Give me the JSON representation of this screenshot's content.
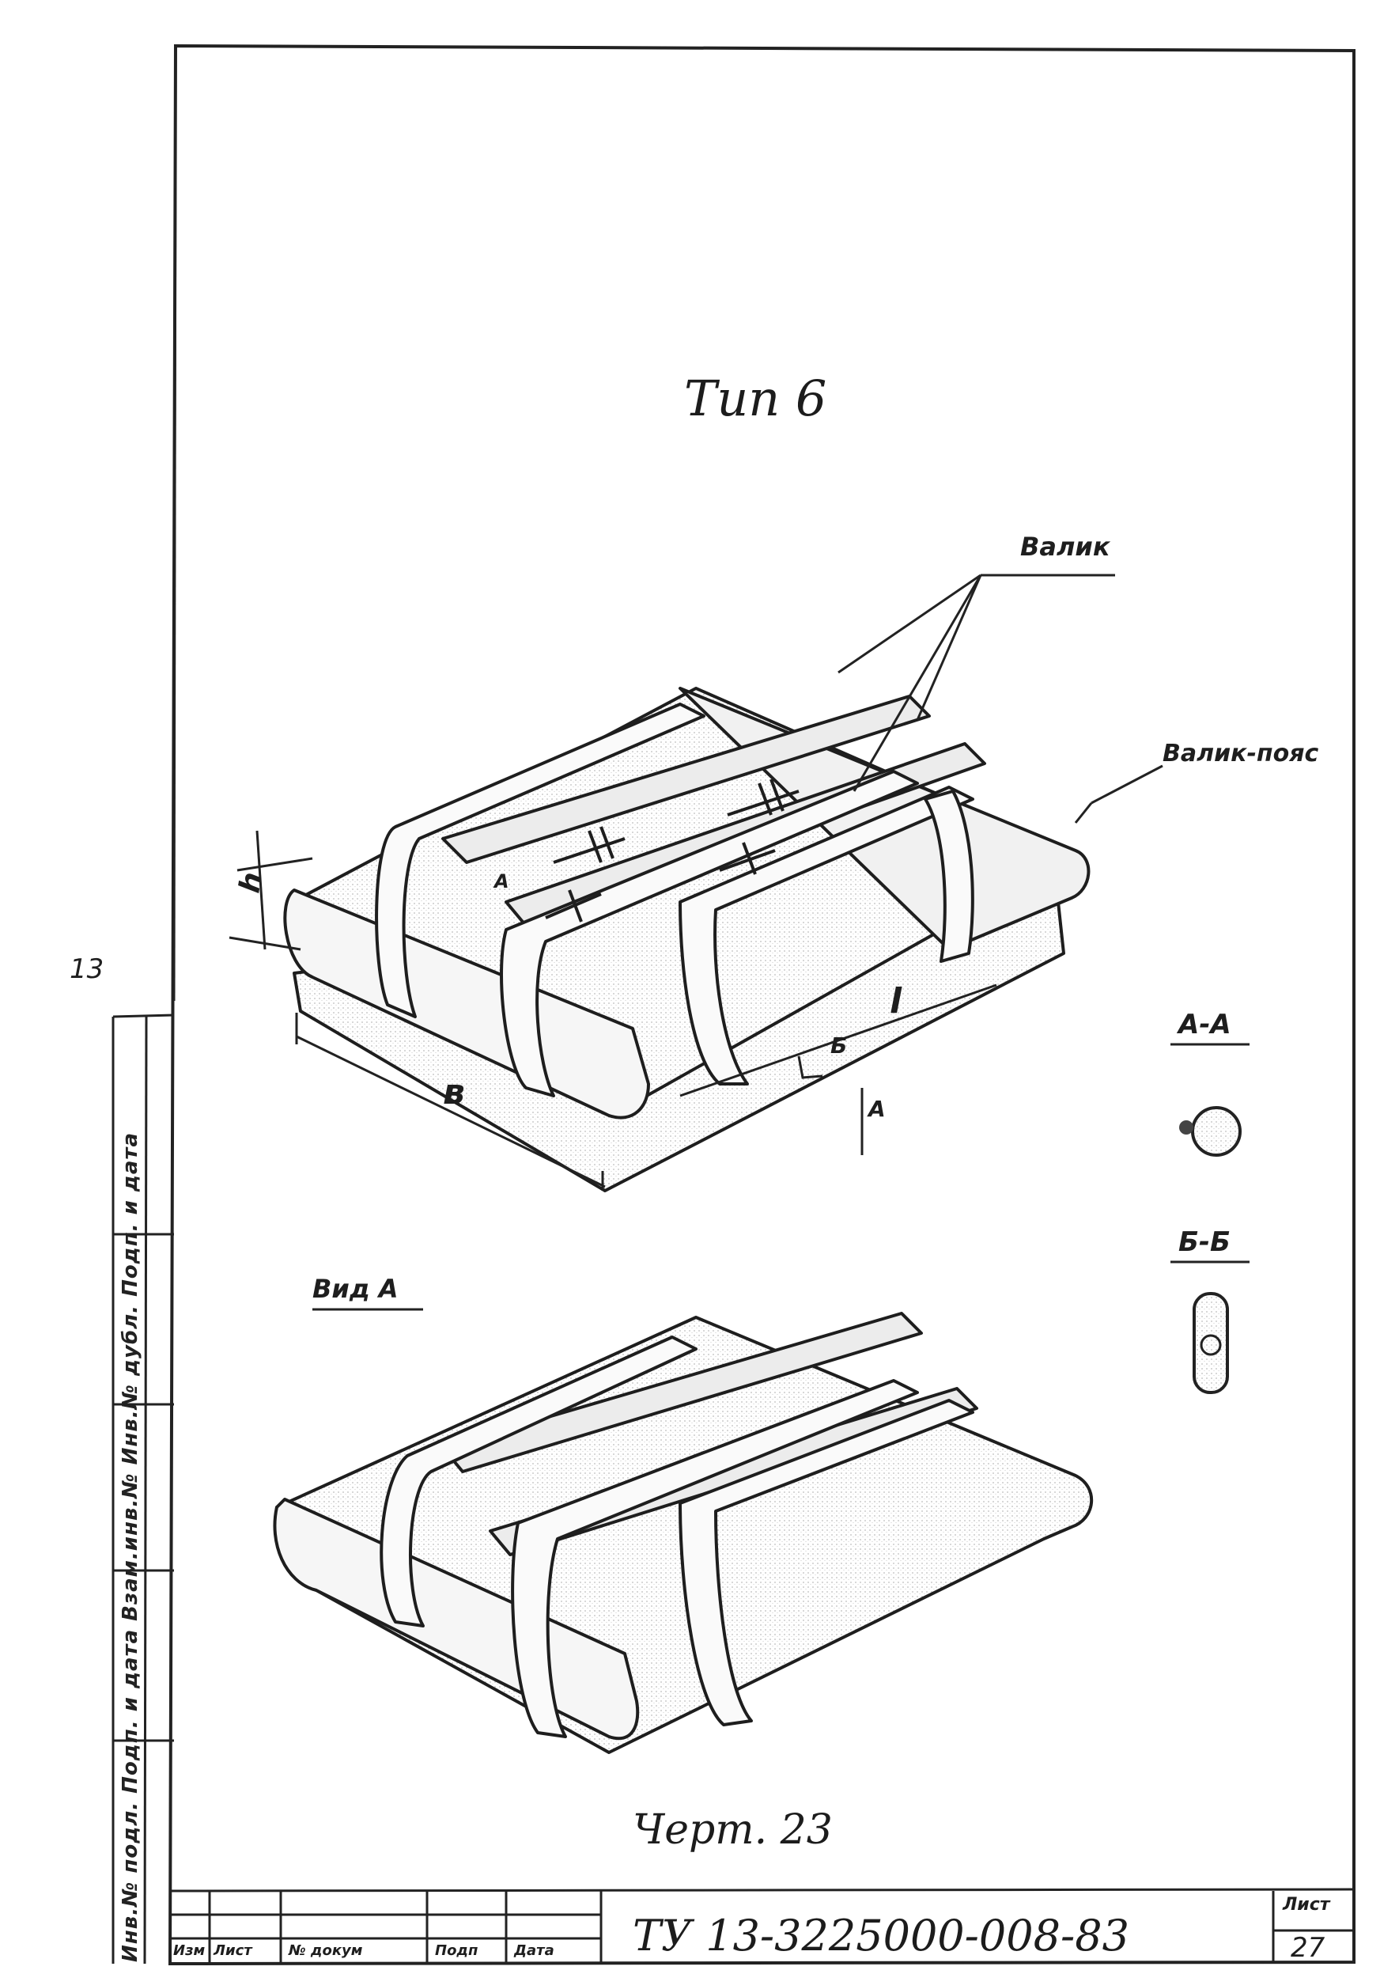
{
  "title": "Тип 6",
  "callouts": {
    "roller": "Валик",
    "roller_belt": "Валик-пояс"
  },
  "dimensions": {
    "height": "h",
    "width": "в",
    "length": "l",
    "section_a": "А",
    "section_b": "Б",
    "view_arrow": "А"
  },
  "sections": {
    "a_a": "А-А",
    "b_b": "Б-Б"
  },
  "view_label": "Вид А",
  "drawing_caption": "Черт. 23",
  "title_block": {
    "document_code": "ТУ 13-3225000-008-83",
    "sheet_label": "Лист",
    "sheet_number": "27",
    "columns": [
      "Изм",
      "Лист",
      "№ докум",
      "Подп",
      "Дата"
    ]
  },
  "side_stamp": "Инв.№ подл.  Подп. и дата  Взам.инв.№  Инв.№ дубл.  Подп. и дата",
  "margin_note": "13"
}
